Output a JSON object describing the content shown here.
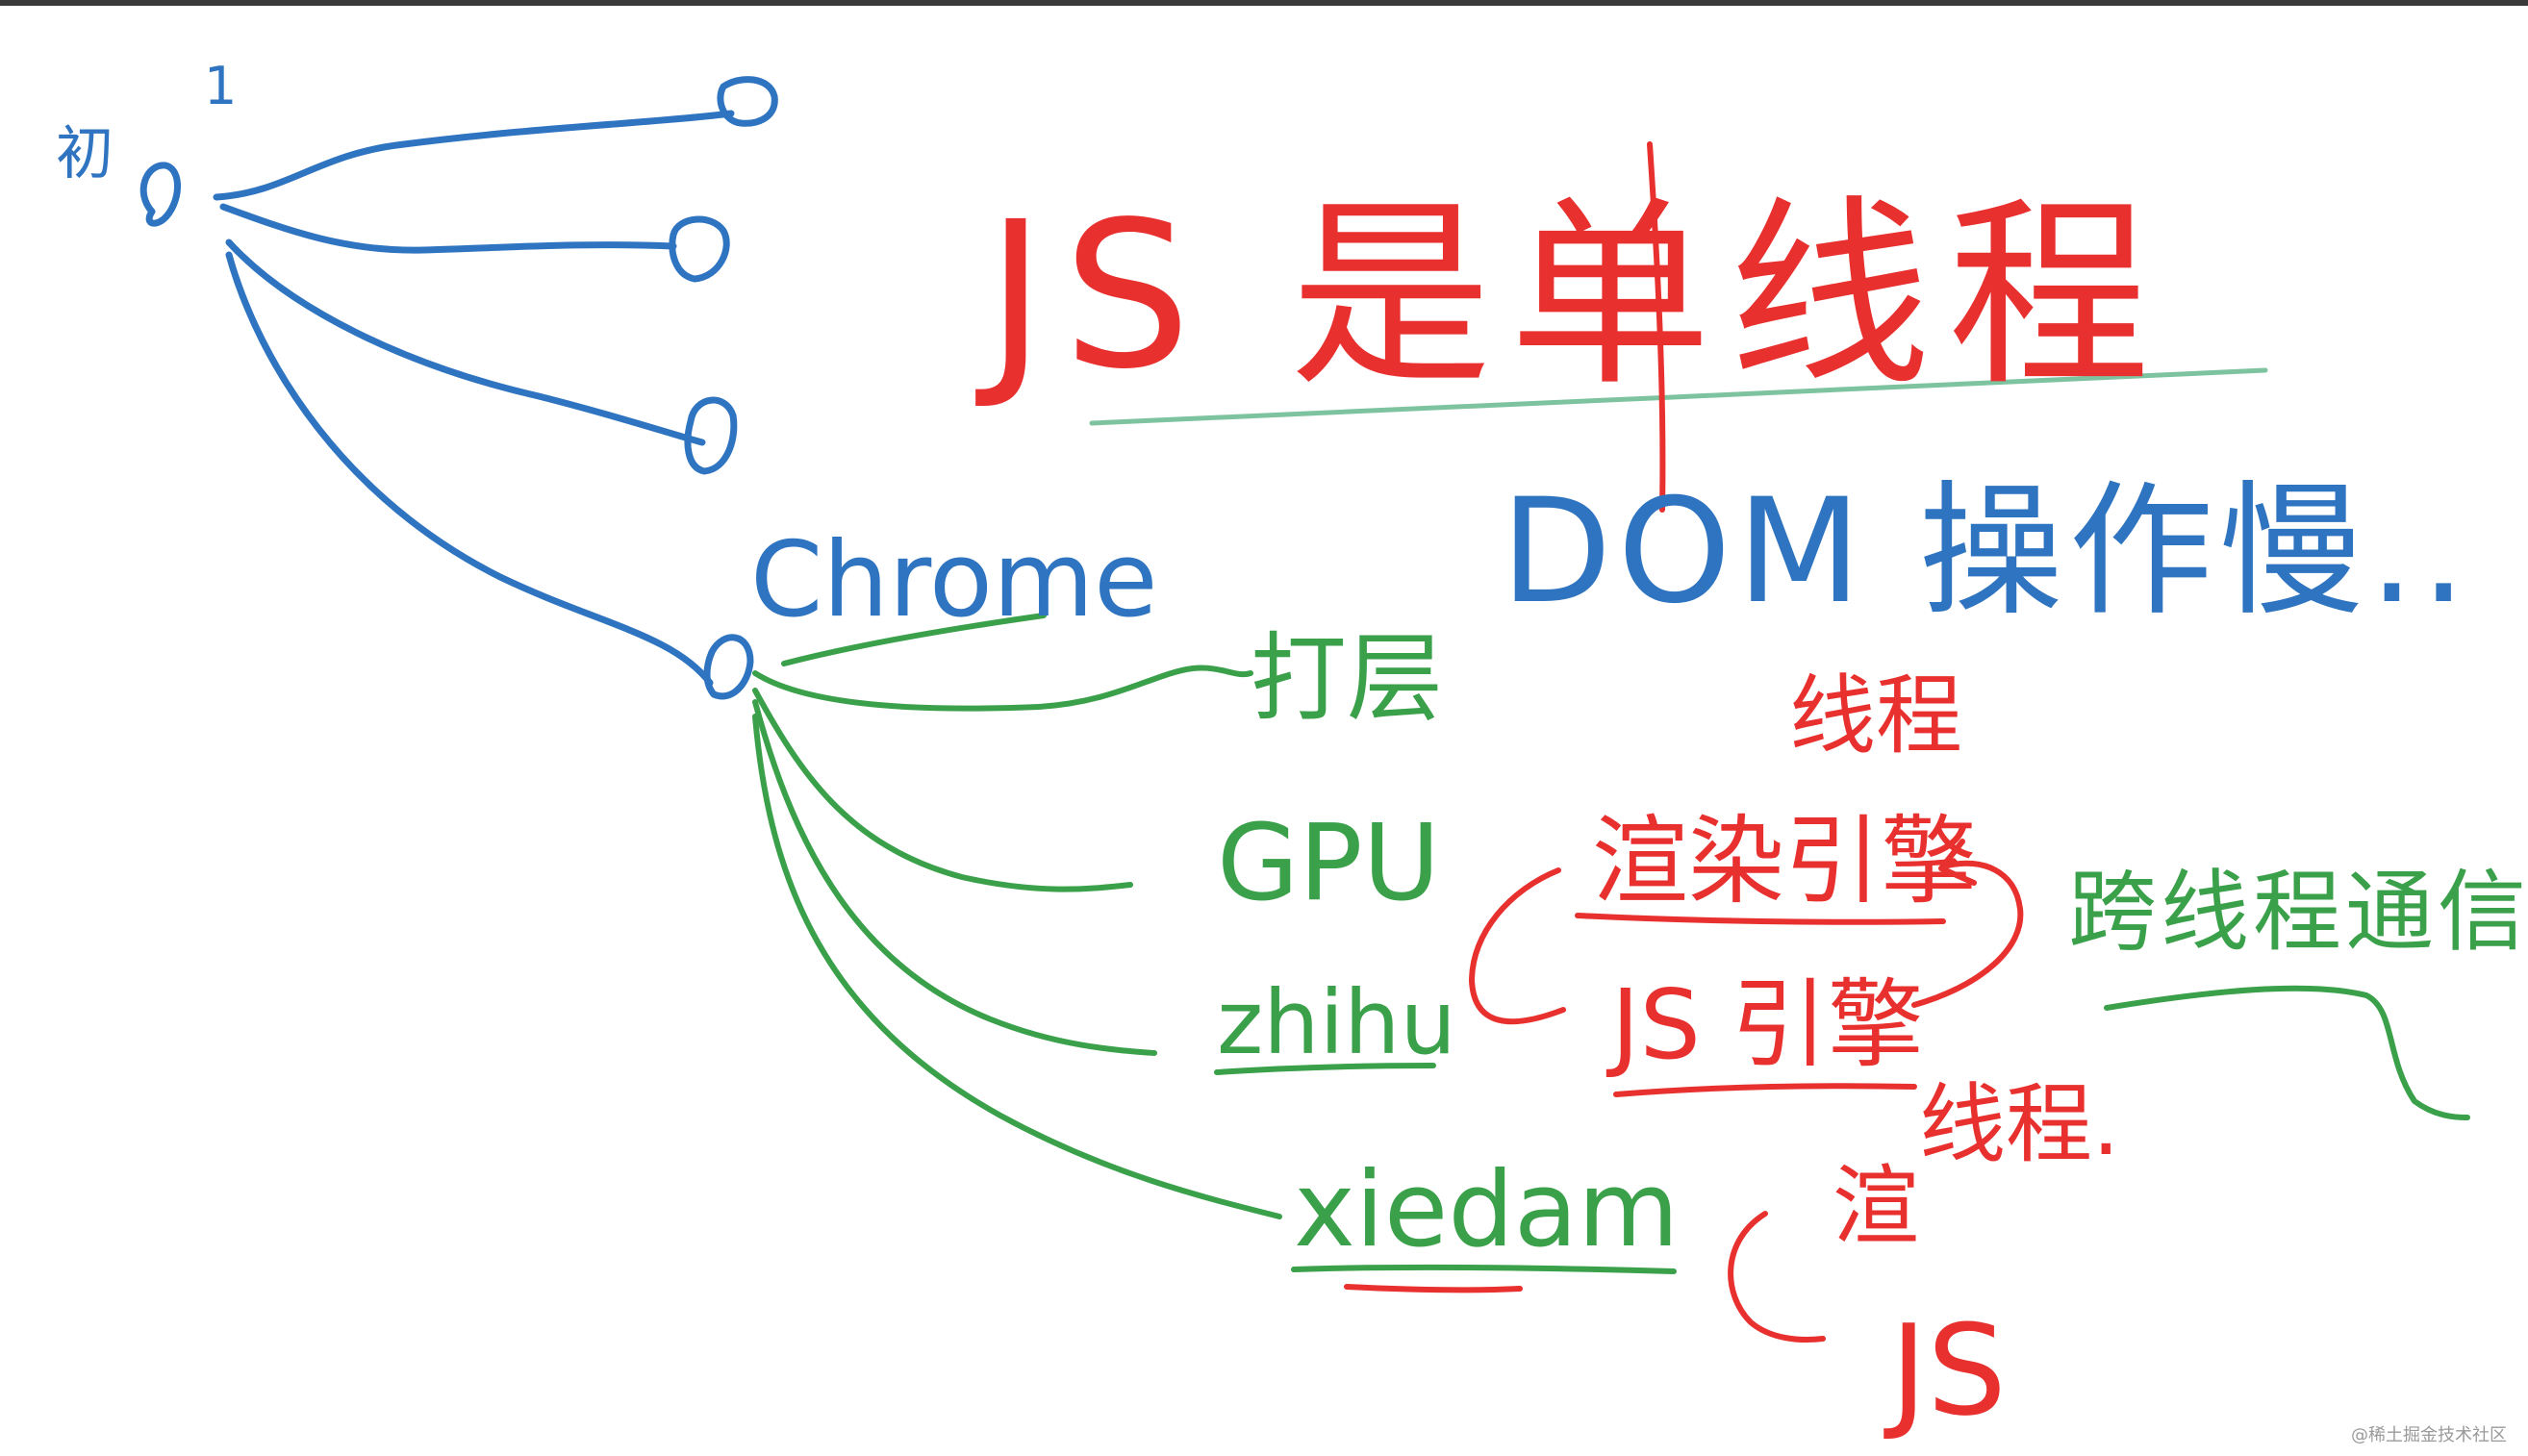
{
  "colors": {
    "blue": "#2f74c0",
    "red": "#e8312f",
    "green": "#3aa04a",
    "teal": "#7ec3a0"
  },
  "labels": {
    "init": "初",
    "one": "1",
    "title": "JS 是单线程",
    "subtitle": "DOM 操作慢..",
    "chrome": "Chrome",
    "proc_1": "打层",
    "gpu": "GPU",
    "zhihu": "zhihu",
    "xiedam": "xiedam",
    "render_engine": "渲染引擎",
    "thread_top": "线程",
    "js_engine": "JS 引擎",
    "cross_thread_comm": "跨线程通信",
    "thread_bottom": "线程.",
    "render_short": "渲",
    "js_short": "JS"
  },
  "watermark": "@稀土掘金技术社区"
}
